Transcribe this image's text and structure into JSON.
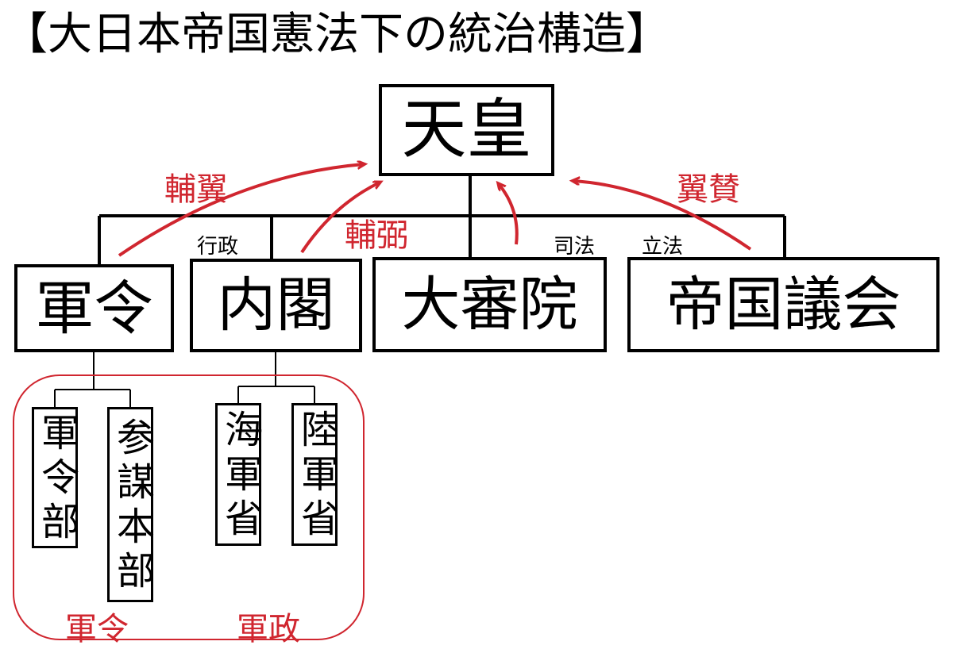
{
  "title": "【大日本帝国憲法下の統治構造】",
  "colors": {
    "line": "#000000",
    "accent": "#d0262f"
  },
  "nodes": {
    "emperor": "天皇",
    "military_command": "軍令",
    "cabinet": "内閣",
    "supreme_court": "大審院",
    "diet": "帝国議会",
    "naval_general_staff": "軍令部",
    "army_general_staff": "参謀本部",
    "navy_ministry": "海軍省",
    "army_ministry": "陸軍省"
  },
  "labels": {
    "administration": "行政",
    "judiciary": "司法",
    "legislature": "立法"
  },
  "relations": {
    "advise_military": "輔翼",
    "advise_cabinet": "輔弼",
    "consent_diet": "翼賛"
  },
  "groups": {
    "command": "軍令",
    "administration": "軍政"
  }
}
